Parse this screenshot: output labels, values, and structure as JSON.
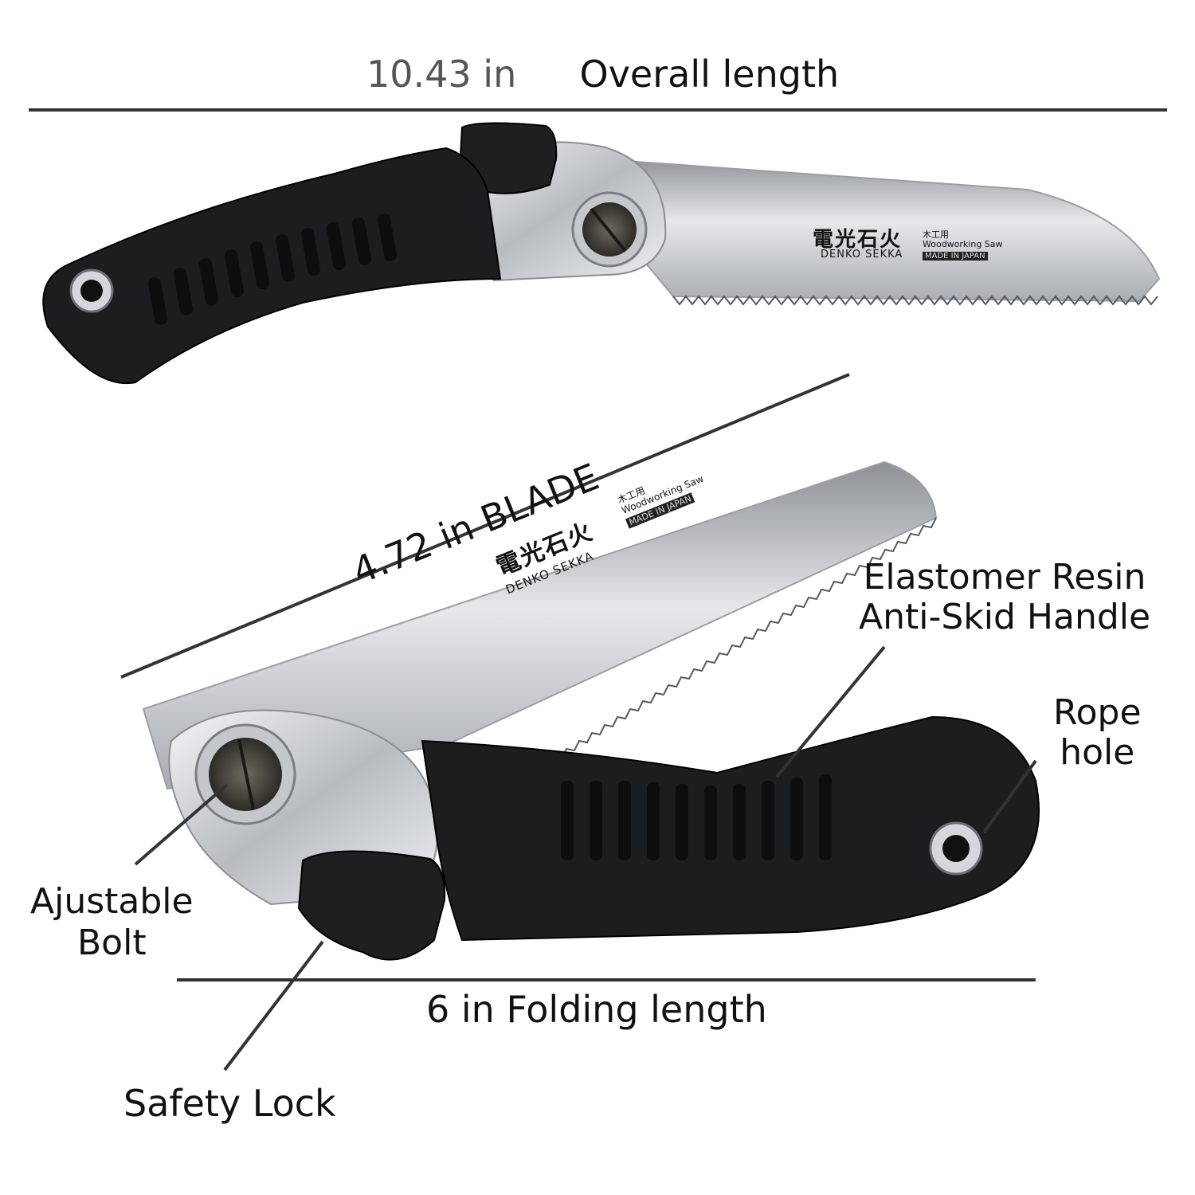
{
  "overall": {
    "value": "10.43 in",
    "label": "Overall length"
  },
  "blade": {
    "label": "4.72 in BLADE"
  },
  "folding": {
    "label": "6 in Folding length"
  },
  "callouts": {
    "handle": [
      "Elastomer Resin",
      "Anti-Skid Handle"
    ],
    "rope": [
      "Rope",
      "hole"
    ],
    "bolt": [
      "Ajustable",
      "Bolt"
    ],
    "lock": "Safety Lock"
  },
  "blade_print": {
    "kanji": "電光石火",
    "kanji_small": "木工用",
    "product": "Woodworking Saw",
    "brand": "DENKO SEKKA",
    "origin": "MADE IN JAPAN"
  },
  "colors": {
    "handle": "#1c1d1f",
    "blade": "#c9ccd0",
    "chrome": "#d9dbde",
    "text": "#111111",
    "number": "#555555"
  }
}
